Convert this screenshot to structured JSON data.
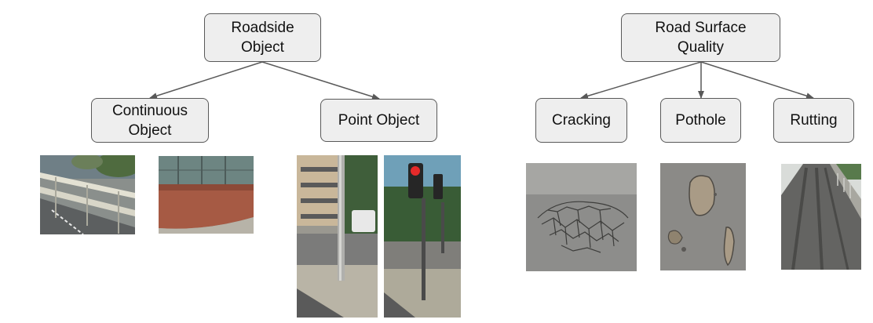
{
  "left_tree": {
    "root": "Roadside\nObject",
    "children": [
      "Continuous\nObject",
      "Point Object"
    ]
  },
  "right_tree": {
    "root": "Road Surface\nQuality",
    "children": [
      "Cracking",
      "Pothole",
      "Rutting"
    ]
  },
  "photos": [
    {
      "name": "guardrail-photo",
      "depicts": "guardrail"
    },
    {
      "name": "wall-photo",
      "depicts": "noise barrier wall"
    },
    {
      "name": "lamp-pole-photo",
      "depicts": "street light pole"
    },
    {
      "name": "traffic-light-photo",
      "depicts": "traffic light"
    },
    {
      "name": "cracking-photo",
      "depicts": "cracked asphalt"
    },
    {
      "name": "pothole-photo",
      "depicts": "potholes"
    },
    {
      "name": "rutting-photo",
      "depicts": "rutted road"
    }
  ],
  "colors": {
    "node_fill": "#eeeeee",
    "node_border": "#595959",
    "edge": "#595959"
  }
}
